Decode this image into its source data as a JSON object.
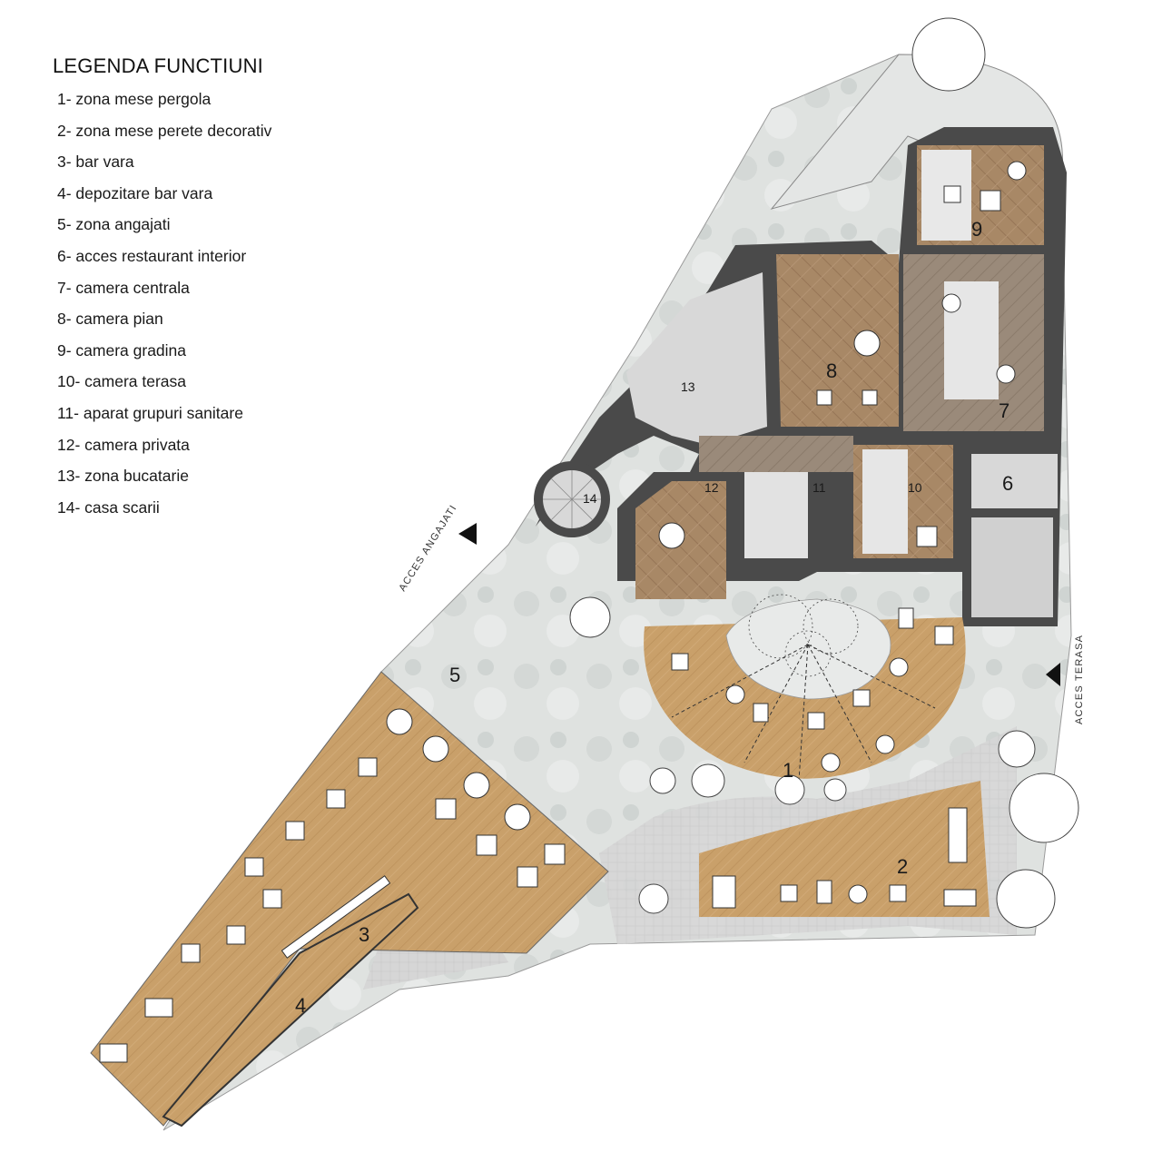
{
  "legend": {
    "title": "LEGENDA FUNCTIUNI",
    "items": [
      "1- zona mese pergola",
      "2- zona mese perete decorativ",
      "3- bar vara",
      "4- depozitare bar vara",
      "5- zona angajati",
      "6- acces restaurant interior",
      "7- camera centrala",
      "8- camera pian",
      "9- camera gradina",
      "10- camera terasa",
      "11- aparat grupuri sanitare",
      "12- camera privata",
      "13- zona bucatarie",
      "14- casa scarii"
    ]
  },
  "plan": {
    "zone_numbers": [
      "1",
      "2",
      "3",
      "4",
      "5",
      "6",
      "7",
      "8",
      "9",
      "10",
      "11",
      "12",
      "13",
      "14"
    ],
    "access_employees": "ACCES ANGAJATI",
    "access_terrace": "ACCES TERASA"
  },
  "colors": {
    "wall": "#4a4a4a",
    "wood_deck": "#c9a06a",
    "interior_floor": "#a88866",
    "garden": "#dfe2e0",
    "paving": "#d4d4d4"
  }
}
